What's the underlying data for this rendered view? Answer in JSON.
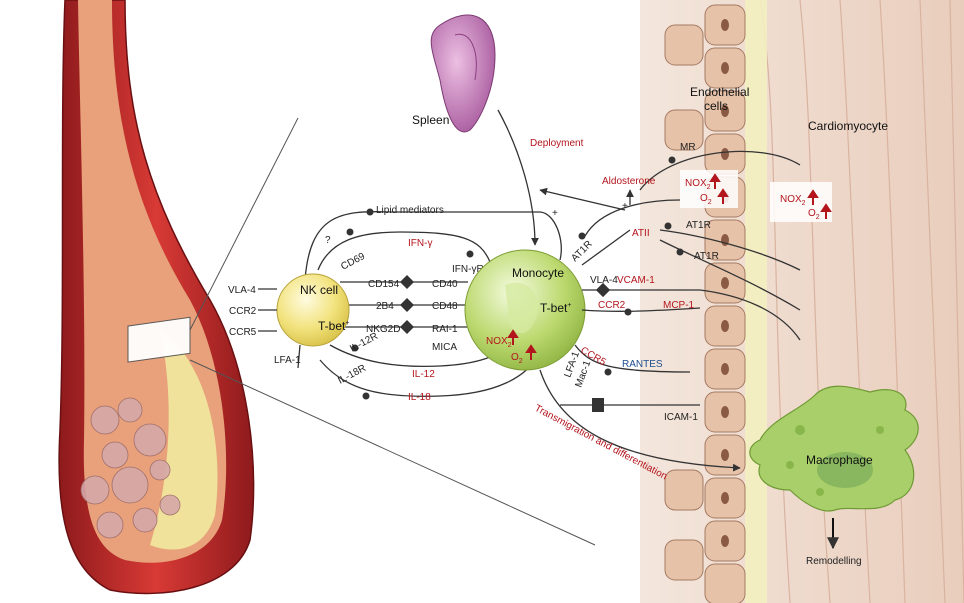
{
  "organs": {
    "spleen": "Spleen",
    "endothelial_line1": "Endothelial",
    "endothelial_line2": "cells",
    "cardiomyocyte": "Cardiomyocyte",
    "macrophage": "Macrophage",
    "remodelling": "Remodelling"
  },
  "nk_cell": {
    "name": "NK cell",
    "tbet": "T-bet",
    "tbet_sup": "+",
    "receptors_left": [
      "VLA-4",
      "CCR2",
      "CCR5"
    ],
    "lfa": "LFA-1"
  },
  "monocyte": {
    "name": "Monocyte",
    "tbet": "T-bet",
    "tbet_sup": "+",
    "nox": "NOX",
    "nox_sub": "2",
    "o2": "O",
    "o2_sub": "2"
  },
  "pathways": {
    "deployment": "Deployment",
    "lipid": "Lipid mediators",
    "question": "?",
    "ifn": "IFN-γ",
    "ifnr": "IFN-γR",
    "cd69": "CD69",
    "cd154": "CD154",
    "cd40": "CD40",
    "b2b4": "2B4",
    "cd48": "CD48",
    "nkg2d": "NKG2D",
    "rai": "RAI-1",
    "mica": "MICA",
    "il12r": "IL-12R",
    "il12": "IL-12",
    "il18r": "IL-18R",
    "il18": "IL-18",
    "at1r_mono": "AT1R",
    "vla4": "VLA-4",
    "vcam": "VCAM-1",
    "ccr2": "CCR2",
    "mcp": "MCP-1",
    "ccr5": "CCR5",
    "rantes": "RANTES",
    "lfa1": "LFA-1",
    "mac1": "Mac-1",
    "icam": "ICAM-1",
    "transmigration": "Transmigration and differentiation",
    "plus1": "+",
    "plus2": "+"
  },
  "endothelium": {
    "mr": "MR",
    "aldosterone": "Aldosterone",
    "atii": "ATII",
    "at1r_a": "AT1R",
    "at1r_b": "AT1R",
    "nox": "NOX",
    "nox_sub": "2",
    "o2": "O",
    "o2_sub": "2"
  },
  "cardio": {
    "nox": "NOX",
    "nox_sub": "2",
    "o2": "O",
    "o2_sub": "2"
  },
  "colors": {
    "red_label": "#b3151d",
    "blue_label": "#1f4f8f",
    "nk_cell": "#f0e27a",
    "monocyte": "#b6d46a",
    "macrophage": "#a9cf6a",
    "vessel": "#c2282a",
    "spleen": "#c079b4"
  }
}
